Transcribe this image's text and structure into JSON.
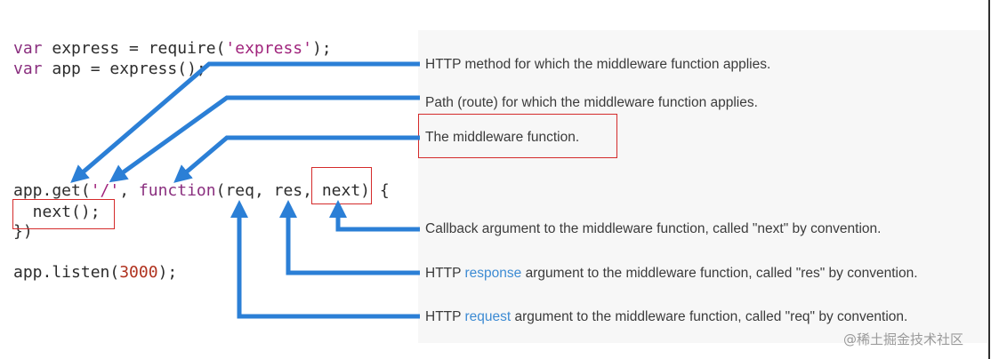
{
  "code": {
    "line1": {
      "kw": "var",
      "rest": " express = require(",
      "str": "'express'",
      "end": ");"
    },
    "line2": {
      "kw": "var",
      "rest": " app = express();"
    },
    "line3": {
      "pre": "app.get(",
      "str": "'/'",
      "mid": ", ",
      "kw": "function",
      "params": "(req, res, next) {"
    },
    "line4": "  next();",
    "line5": "})",
    "line6": {
      "pre": "app.listen(",
      "num": "3000",
      "end": ");"
    }
  },
  "annotations": {
    "method": "HTTP method for which the middleware function applies.",
    "path": "Path (route) for which the middleware function applies.",
    "middleware": "The middleware function.",
    "next": "Callback argument to the middleware function, called \"next\" by convention.",
    "res": {
      "pre": "HTTP ",
      "link": "response",
      "post": " argument to the middleware function, called \"res\" by convention."
    },
    "req": {
      "pre": "HTTP ",
      "link": "request",
      "post": " argument to the middleware function, called \"req\" by convention."
    }
  },
  "watermark": "@稀土掘金技术社区",
  "colors": {
    "arrow": "#2b7fd6",
    "highlight_box": "#d42b2b",
    "keyword": "#8a2f7f",
    "link": "#3d8bd3"
  }
}
